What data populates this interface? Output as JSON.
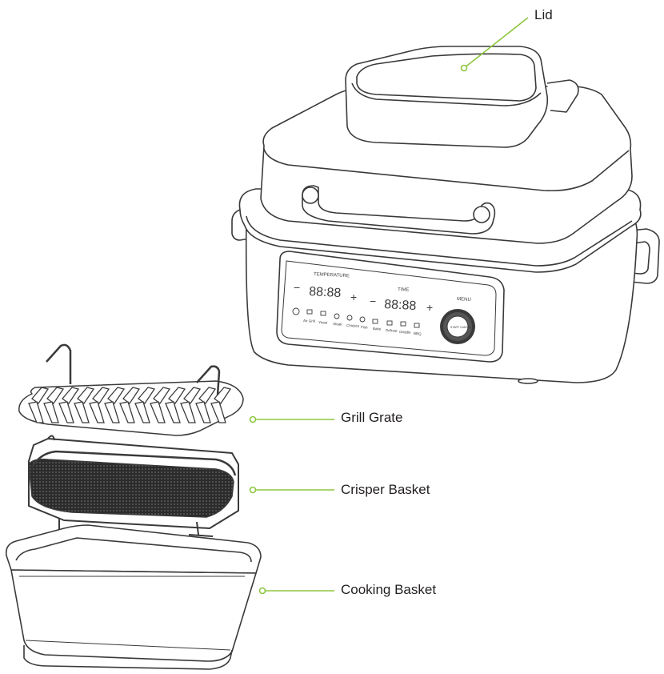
{
  "callouts": {
    "lid": "Lid",
    "grill_grate": "Grill Grate",
    "crisper_basket": "Crisper Basket",
    "cooking_basket": "Cooking Basket"
  },
  "panel": {
    "temperature_label": "TEMPERATURE",
    "time_label": "TIME",
    "menu_label": "MENU",
    "temp_display": "88:88",
    "time_display": "88:88",
    "minus": "−",
    "plus": "+",
    "knob_label": "START CANCEL",
    "modes": [
      "Air Grill",
      "Yeast",
      "Steak",
      "Chicken",
      "Fish",
      "Bake",
      "Defrost",
      "Griddle",
      "BBQ"
    ]
  },
  "colors": {
    "callout_line": "#8dc63f",
    "outline": "#3a3a3a",
    "basket_mesh": "#2b2b2b"
  }
}
